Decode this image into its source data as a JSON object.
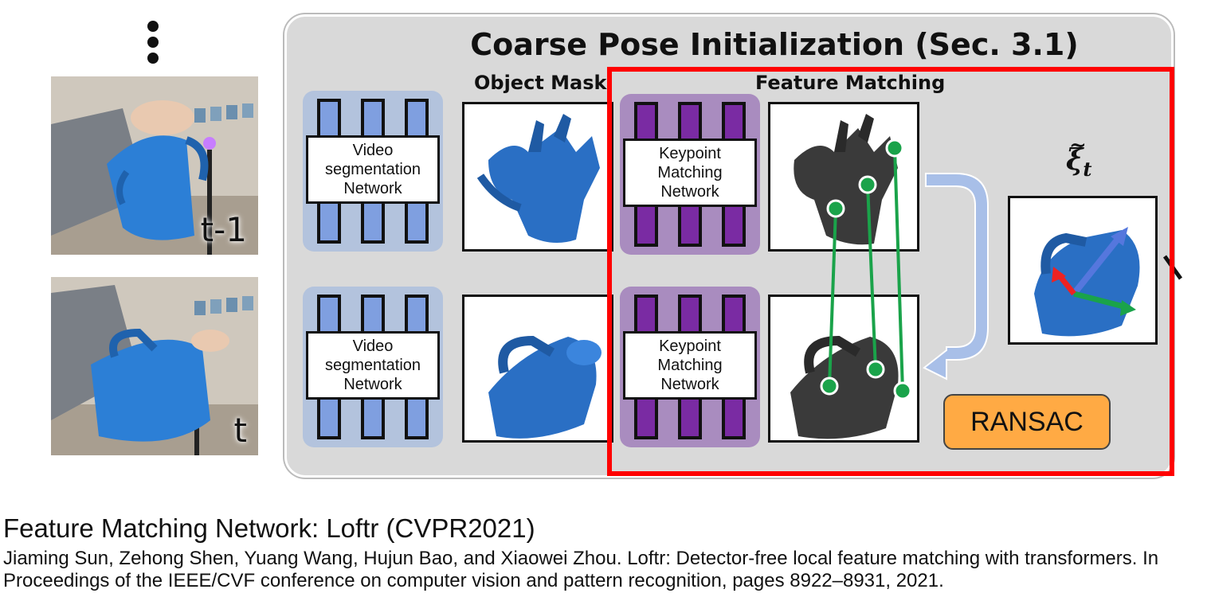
{
  "frames": [
    {
      "label": "t-1"
    },
    {
      "label": "t"
    }
  ],
  "panel": {
    "title": "Coarse Pose Initialization (Sec. 3.1)",
    "object_mask_label": "Object Mask",
    "feature_matching_label": "Feature Matching",
    "segmentation_network": [
      "Video",
      "segmentation",
      "Network"
    ],
    "matching_network": [
      "Keypoint",
      "Matching",
      "Network"
    ],
    "ransac_label": "RANSAC",
    "pose_symbol": "ξ",
    "pose_subscript": "t"
  },
  "colors": {
    "highlight_box": "#ff0000",
    "ransac": "#ffaa44",
    "match_lines": "#1aa34a",
    "segmentation_block": "#7f9fe0",
    "matching_block": "#7a2ba3"
  },
  "caption": {
    "title": "Feature Matching Network: Loftr (CVPR2021)",
    "reference": "Jiaming Sun, Zehong Shen, Yuang Wang, Hujun Bao, and Xiaowei Zhou. Loftr: Detector-free local feature matching with transformers. In Proceedings of the IEEE/CVF conference on computer vision and pattern recognition, pages 8922–8931, 2021."
  }
}
